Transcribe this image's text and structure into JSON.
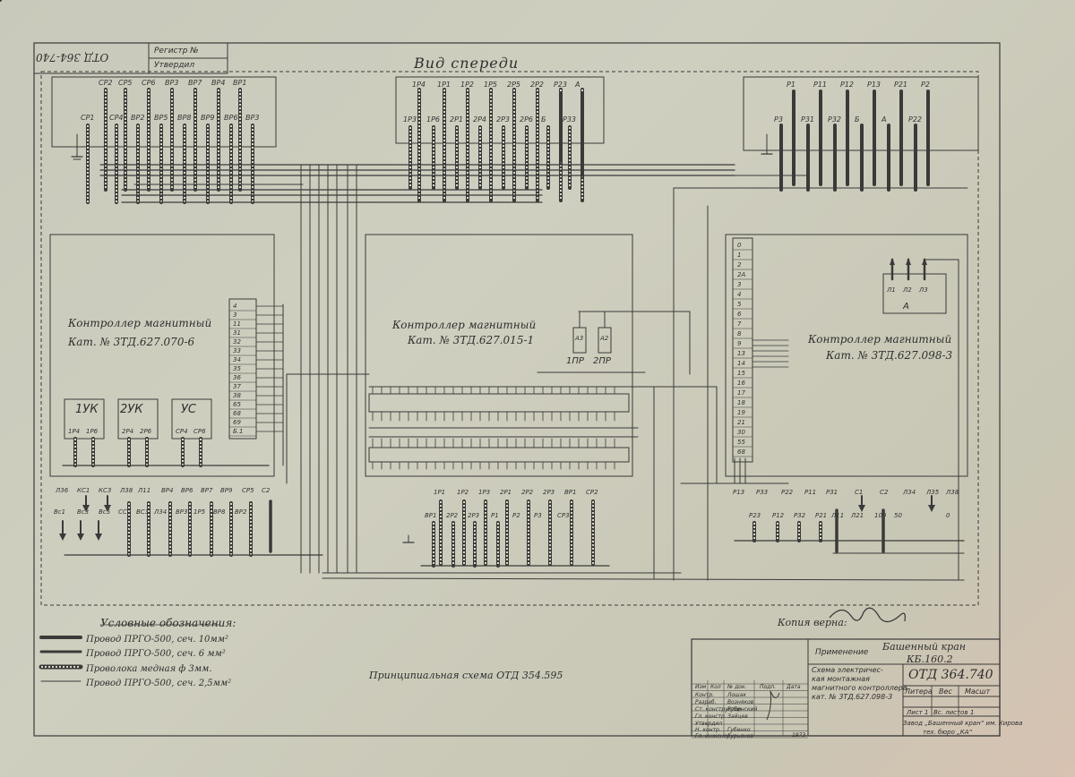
{
  "sheet": {
    "top_stamp": "ОТД 364-740",
    "register_label": "Регистр №",
    "approved_label": "Утвердил",
    "view_title": "Вид спереди",
    "signature_note": "Копия верна:"
  },
  "panels": {
    "top_left": {
      "top_labels": [
        "СР2",
        "СР5",
        "СР6",
        "ВР3",
        "ВР7",
        "ВР4",
        "ВР1"
      ],
      "bottom_labels": [
        "СР1",
        "СР4",
        "ВР2",
        "ВР5",
        "ВР8",
        "ВР9",
        "ВР6",
        "ВР3"
      ]
    },
    "top_center": {
      "top_labels": [
        "1Р4",
        "1Р1",
        "1Р2",
        "1Р5",
        "2Р5",
        "2Р2",
        "Р23",
        "А"
      ],
      "bottom_labels": [
        "1Р3",
        "1Р6",
        "2Р1",
        "2Р4",
        "2Р3",
        "2Р6",
        "Б",
        "Р33"
      ]
    },
    "top_right": {
      "top_labels": [
        "Р1",
        "Р11",
        "Р12",
        "Р13",
        "Р21",
        "Р2"
      ],
      "bottom_labels": [
        "Р3",
        "Р31",
        "Р32",
        "Б",
        "А",
        "Р22"
      ]
    }
  },
  "controllers": {
    "left": {
      "title": "Контроллер магнитный",
      "catalog": "Кат. № 3ТД.627.070-6",
      "terminals": [
        "4",
        "3",
        "11",
        "31",
        "32",
        "33",
        "34",
        "35",
        "36",
        "37",
        "38",
        "65",
        "68",
        "69",
        "Б.1"
      ],
      "boxes": [
        {
          "name": "1УК",
          "pins": [
            "1Р4",
            "1Р6"
          ]
        },
        {
          "name": "2УК",
          "pins": [
            "2Р4",
            "2Р6"
          ]
        },
        {
          "name": "УС",
          "pins": [
            "СР4",
            "СР6"
          ]
        }
      ],
      "bottom_top_labels": [
        "Л36",
        "КС1",
        "КС3",
        "Л38",
        "Л11",
        "ВР4",
        "ВР6",
        "ВР7",
        "ВР9",
        "СР5",
        "С2"
      ],
      "bottom_labels": [
        "Вс1",
        "Вс3",
        "Вс5",
        "СС1",
        "ВС3",
        "Л34",
        "ВР3",
        "1Р5",
        "ВР8",
        "ВР2"
      ]
    },
    "center": {
      "title": "Контроллер магнитный",
      "catalog": "Кат. № 3ТД.627.015-1",
      "fuses": [
        {
          "name": "1ПР",
          "pin": "А3"
        },
        {
          "name": "2ПР",
          "pin": "А2"
        }
      ],
      "bottom_top_labels": [
        "1Р1",
        "1Р2",
        "1Р3",
        "2Р1",
        "2Р2",
        "2Р3",
        "ВР1",
        "СР2"
      ],
      "bottom_labels": [
        "ВР1",
        "2Р2",
        "2Р3",
        "Р1",
        "Р2",
        "Р3",
        "СР3"
      ]
    },
    "right": {
      "title": "Контроллер магнитный",
      "catalog": "Кат. № 3ТД.627.098-3",
      "terminals": [
        "0",
        "1",
        "2",
        "2А",
        "3",
        "4",
        "5",
        "6",
        "7",
        "8",
        "9",
        "13",
        "14",
        "15",
        "16",
        "17",
        "18",
        "19",
        "21",
        "30",
        "55",
        "68"
      ],
      "relay_block": {
        "name": "А",
        "pins": [
          "Л1",
          "Л2",
          "Л3"
        ]
      },
      "bottom_top_labels": [
        "Р13",
        "Р33",
        "Р22",
        "Р11",
        "Р31",
        "С1",
        "С2",
        "Л34",
        "Л35",
        "Л38"
      ],
      "bottom_labels": [
        "Р23",
        "Р12",
        "Р32",
        "Р21",
        "Л11",
        "Л21",
        "100",
        "50",
        "0"
      ]
    }
  },
  "legend": {
    "title": "Условные обозначения:",
    "items": [
      {
        "style": "thick",
        "label": "Провод ПРГО-500, сеч. 10мм²"
      },
      {
        "style": "medium",
        "label": "Провод ПРГО-500, сеч. 6 мм²"
      },
      {
        "style": "braid",
        "label": "Проволока медная ф 3мм."
      },
      {
        "style": "thin",
        "label": "Провод ПРГО-500, сеч. 2,5мм²"
      }
    ]
  },
  "schematic_ref": "Принципиальная схема ОТД 354.595",
  "title_block": {
    "applicability": "Применение",
    "product": "Башенный кран",
    "model": "КБ.160.2",
    "description": [
      "Схема электричес-",
      "кая монтажная",
      "магнитного контроллера",
      "кат. № 3ТД.627.098-3"
    ],
    "doc_number": "ОТД 364.740",
    "cols": [
      "Литера",
      "Вес",
      "Масшт"
    ],
    "sheet": "Лист 1",
    "sheets": "Вс. листов",
    "sheets_total": "1",
    "factory": [
      "Завод „Башенный кран“ им. Кирова",
      "тех. бюро „КА“"
    ],
    "revision_headers": [
      "Изм",
      "Кол",
      "№ док.",
      "Подп.",
      "Дата"
    ],
    "roles": [
      "Контр.",
      "Разраб.",
      "Ст. конструктор",
      "Гл. констр.",
      "Утвердил",
      "Н. контр.",
      "Гл. инженер"
    ],
    "names": [
      "Лошак",
      "Возняков",
      "Рубинский",
      "Зайцев",
      "",
      "Губенко",
      "Гурьянов"
    ],
    "date": "1973"
  }
}
